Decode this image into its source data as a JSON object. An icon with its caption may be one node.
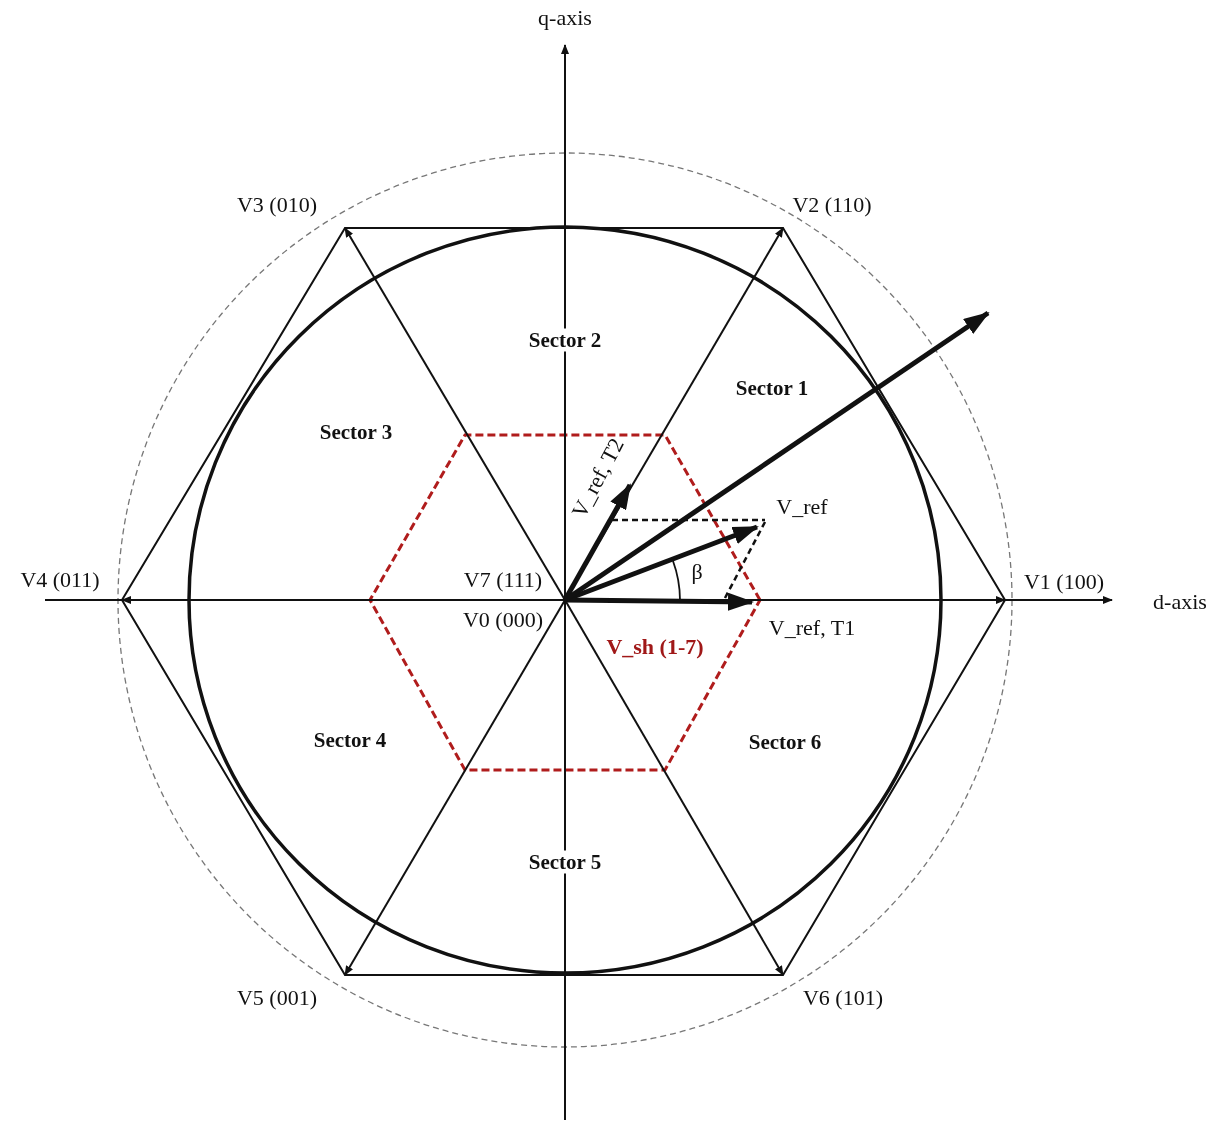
{
  "diagram": {
    "labels": [
      "q-axis",
      "V3 (010)",
      "V2 (110)",
      "Sector 2",
      "Sector 1",
      "Sector 3",
      "V_ref, T2",
      "V_ref",
      "β",
      "V4 (011)",
      "V7 (111)",
      "V1 (100)",
      "d-axis",
      "V0 (000)",
      "V_ref, T1",
      "V_sh (1-7)",
      "Sector 4",
      "Sector 6",
      "Sector 5",
      "V5 (001)",
      "V6 (101)"
    ]
  }
}
